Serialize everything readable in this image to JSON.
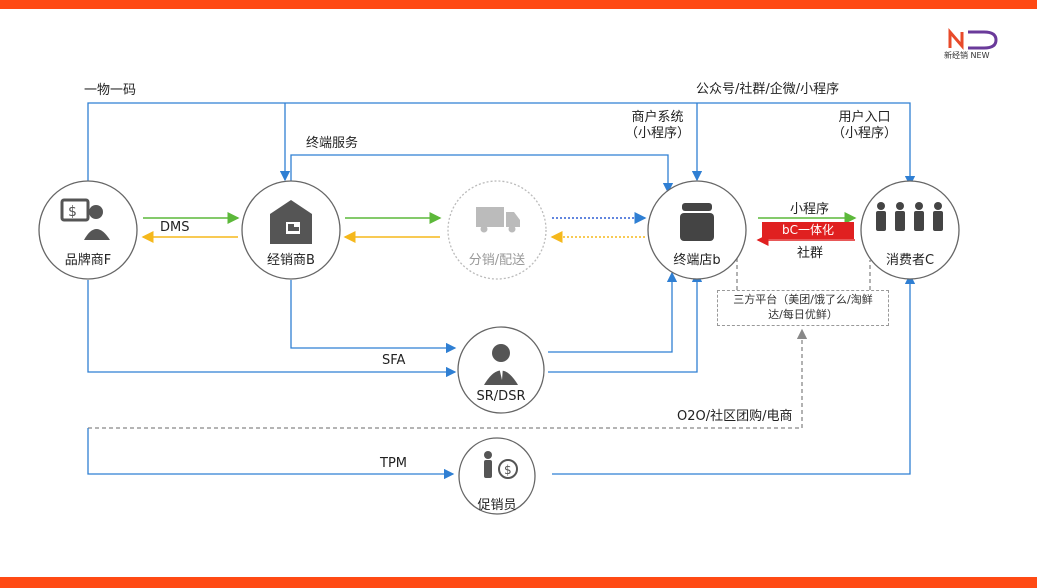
{
  "colors": {
    "brand_bar": "#ff4a14",
    "blue": "#2f7fd3",
    "green": "#5cb83a",
    "yellow": "#f5b81c",
    "red": "#e02020",
    "gray_dash": "#999999"
  },
  "logo": {
    "text": "新经销 NEW"
  },
  "nodes": {
    "brand": "品牌商F",
    "distributor": "经销商B",
    "distribution": "分销/配送",
    "terminal": "终端店b",
    "consumer": "消费者C",
    "sr": "SR/DSR",
    "promoter": "促销员"
  },
  "icons": {
    "brand": "presenter-dollar-icon",
    "distributor": "warehouse-truck-icon",
    "distribution": "delivery-truck-icon",
    "terminal": "storefront-icon",
    "consumer": "people-group-icon",
    "sr": "salesman-icon",
    "promoter": "promoter-coin-icon"
  },
  "labels": {
    "one_code": "一物一码",
    "official_accounts": "公众号/社群/企微/小程序",
    "merchant_system": "商户系统\n（小程序）",
    "user_entry": "用户入口\n（小程序）",
    "terminal_service": "终端服务",
    "dms": "DMS",
    "mini_program": "小程序",
    "bc_integration": "bC一体化",
    "community": "社群",
    "third_party": "三方平台（美团/饿了么/淘鲜\n达/每日优鲜）",
    "sfa": "SFA",
    "o2o": "O2O/社区团购/电商",
    "tpm": "TPM"
  }
}
